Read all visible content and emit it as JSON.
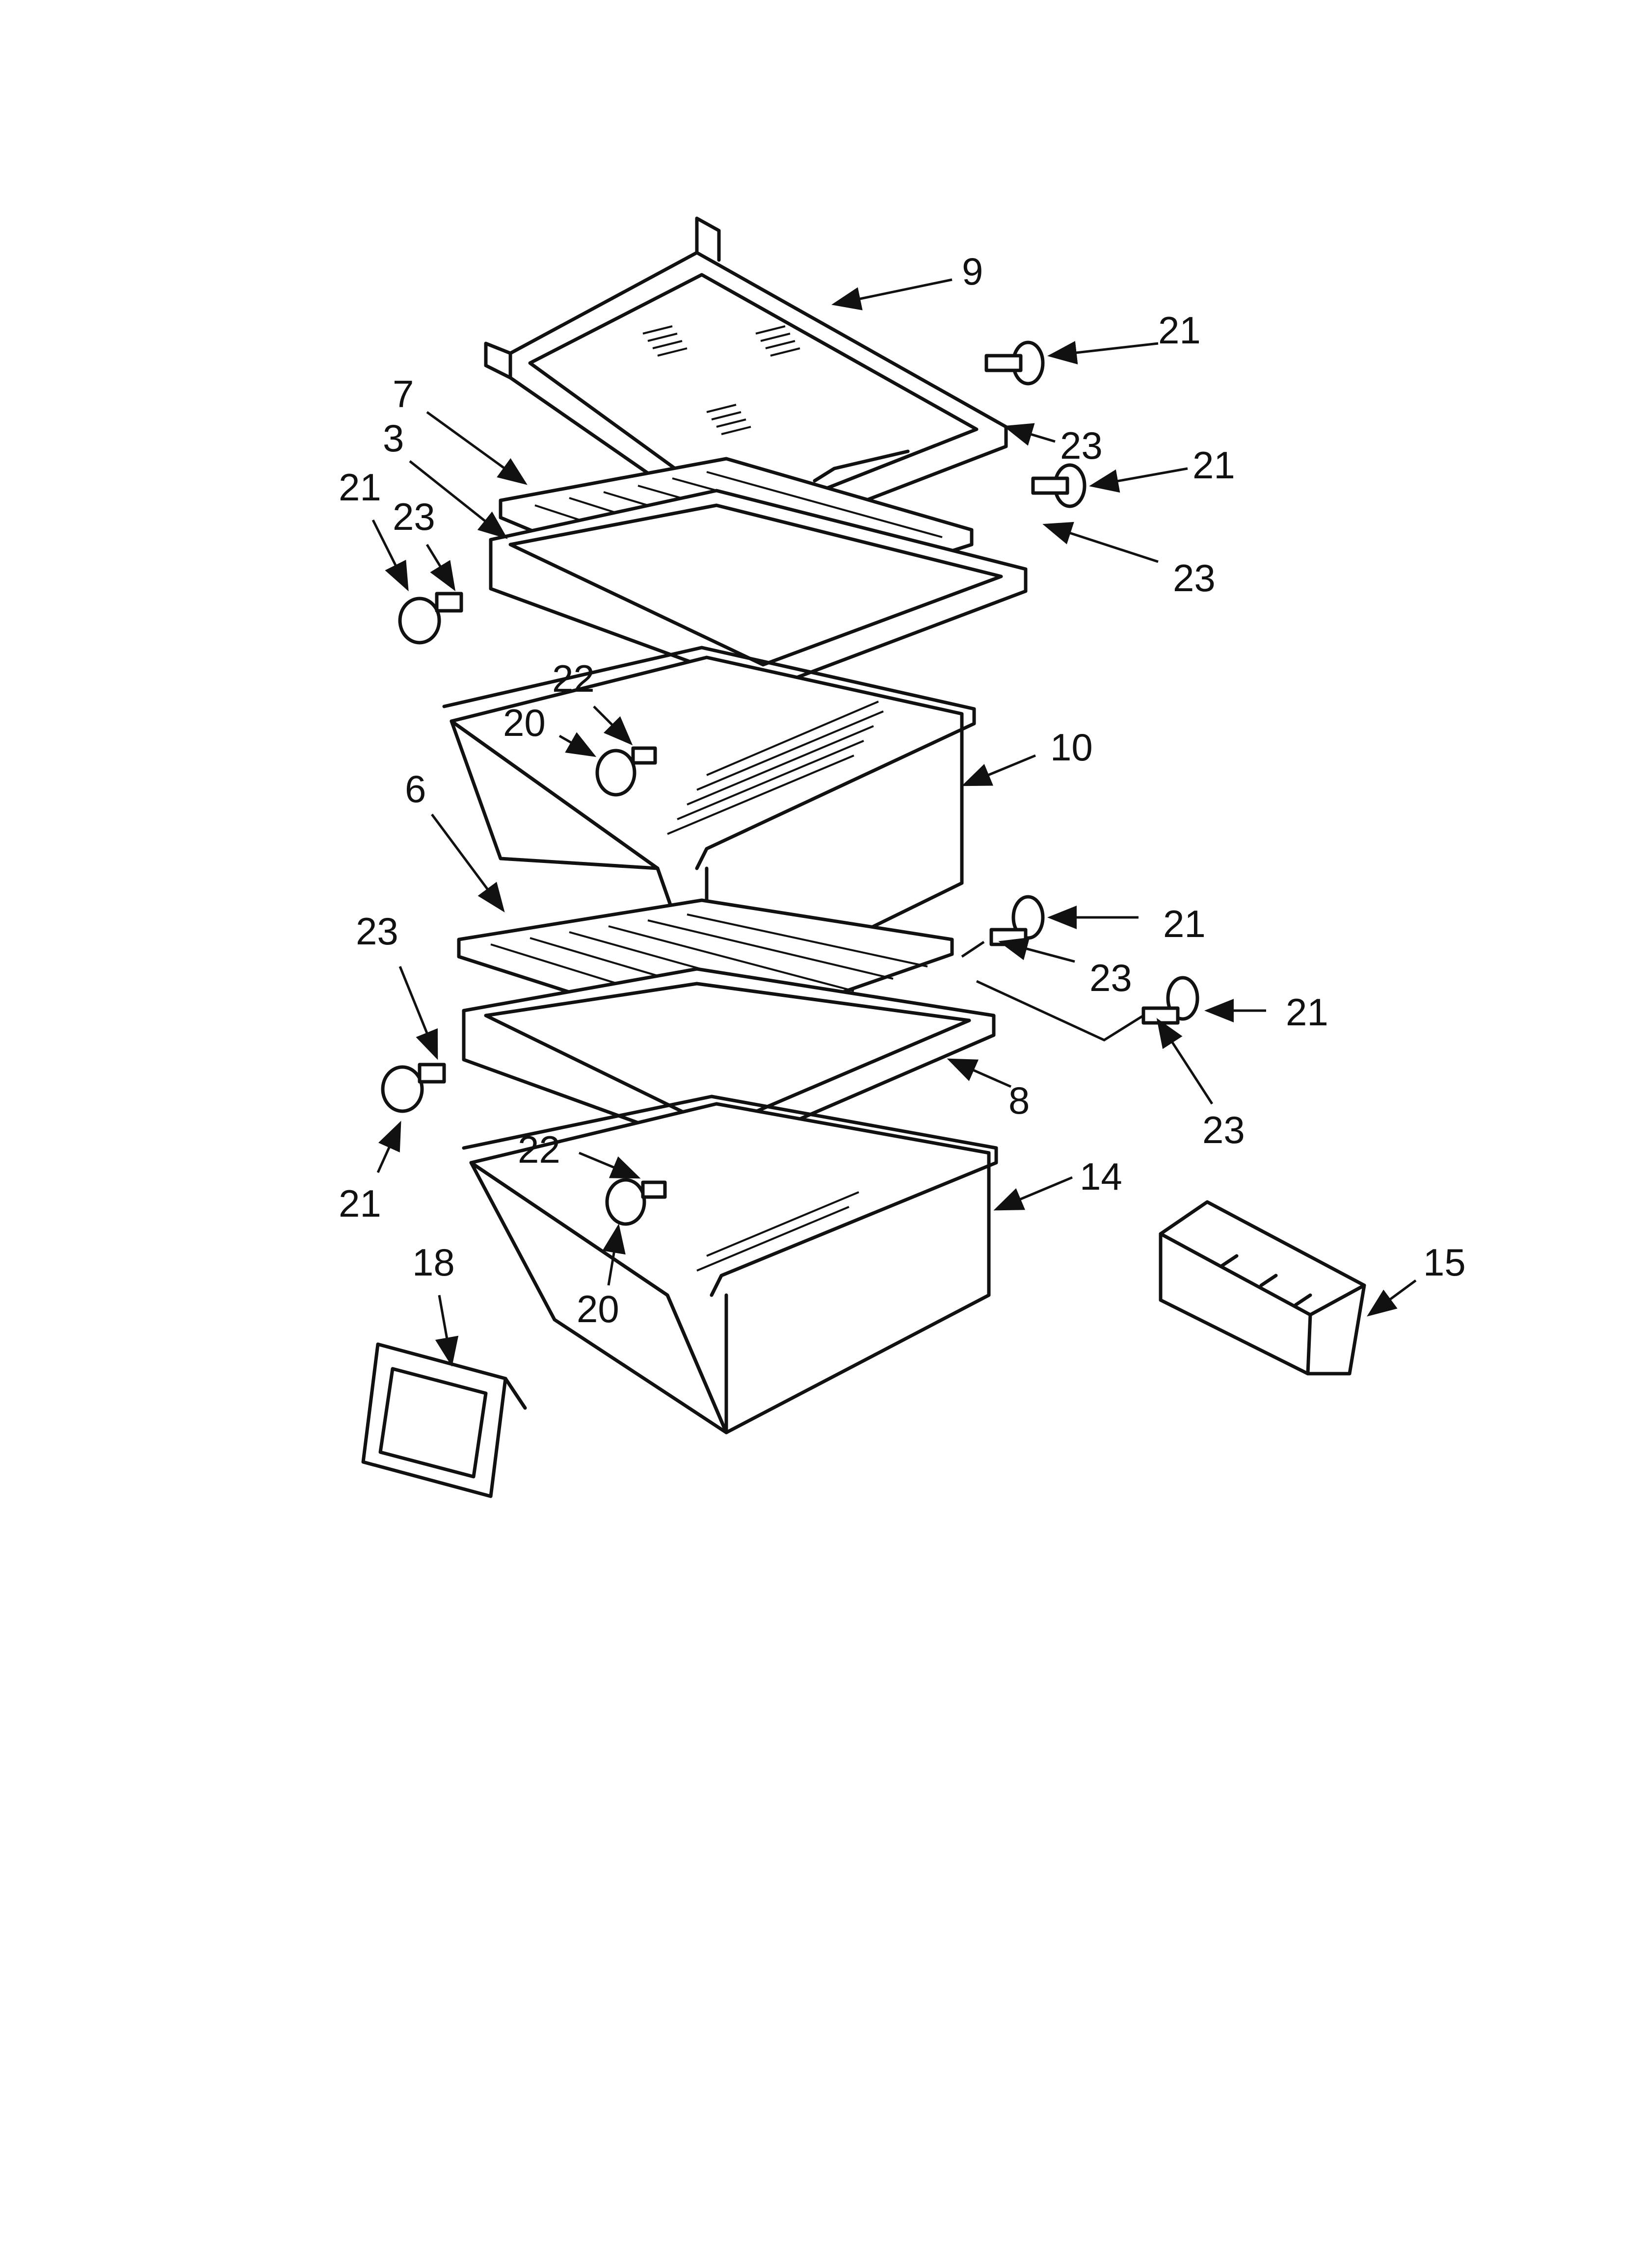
{
  "callouts": [
    {
      "id": "c9",
      "label": "9"
    },
    {
      "id": "c21_a",
      "label": "21"
    },
    {
      "id": "c23_a",
      "label": "23"
    },
    {
      "id": "c21_b",
      "label": "21"
    },
    {
      "id": "c23_b",
      "label": "23"
    },
    {
      "id": "c7",
      "label": "7"
    },
    {
      "id": "c3",
      "label": "3"
    },
    {
      "id": "c21_c",
      "label": "21"
    },
    {
      "id": "c23_c",
      "label": "23"
    },
    {
      "id": "c22_a",
      "label": "22"
    },
    {
      "id": "c20_a",
      "label": "20"
    },
    {
      "id": "c10",
      "label": "10"
    },
    {
      "id": "c6",
      "label": "6"
    },
    {
      "id": "c21_d",
      "label": "21"
    },
    {
      "id": "c23_d",
      "label": "23"
    },
    {
      "id": "c23_e",
      "label": "23"
    },
    {
      "id": "c21_e",
      "label": "21"
    },
    {
      "id": "c23_f",
      "label": "23"
    },
    {
      "id": "c8",
      "label": "8"
    },
    {
      "id": "c21_f",
      "label": "21"
    },
    {
      "id": "c22_b",
      "label": "22"
    },
    {
      "id": "c14",
      "label": "14"
    },
    {
      "id": "c18",
      "label": "18"
    },
    {
      "id": "c20_b",
      "label": "20"
    },
    {
      "id": "c15",
      "label": "15"
    }
  ]
}
